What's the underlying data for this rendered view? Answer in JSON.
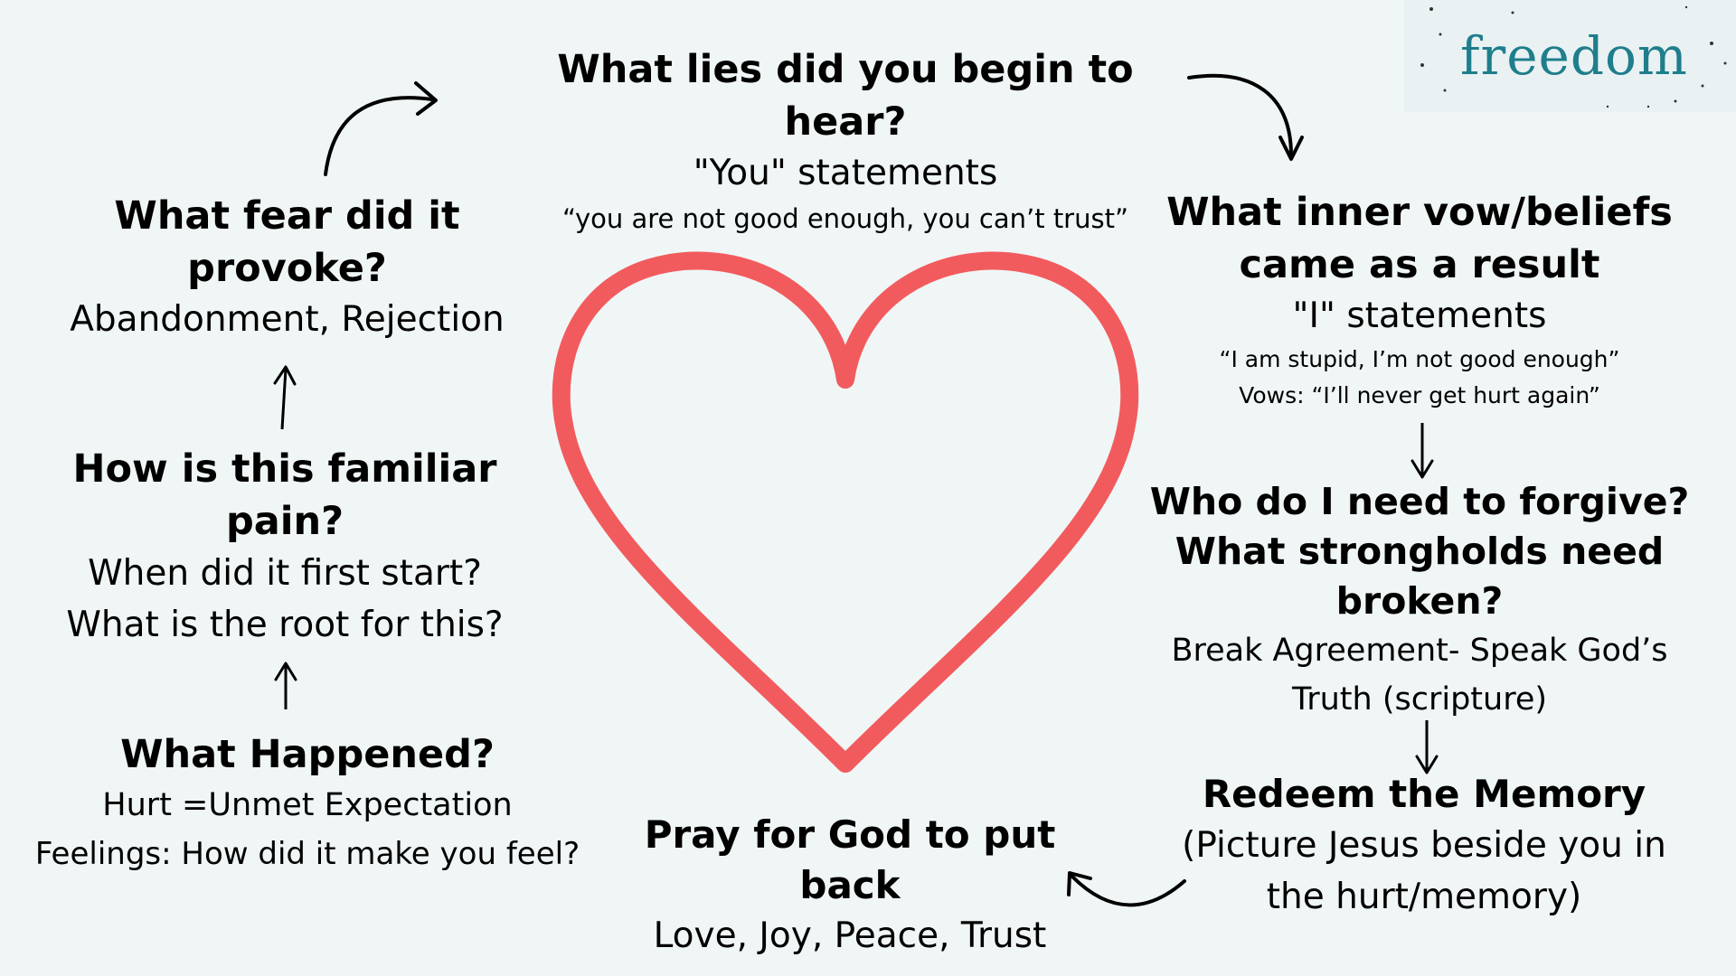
{
  "logo": {
    "text": "freedom"
  },
  "lies": {
    "heading_l1": "What lies did you begin to",
    "heading_l2": "hear?",
    "sub": "\"You\" statements",
    "quote": "“you are not good enough, you can’t trust”"
  },
  "fear": {
    "heading_l1": "What fear did it",
    "heading_l2": "provoke?",
    "body": "Abandonment, Rejection"
  },
  "familiar": {
    "heading_l1": "How is this familiar",
    "heading_l2": "pain?",
    "line1": "When did it first start?",
    "line2": "What is the root for this?"
  },
  "happened": {
    "heading": "What Happened?",
    "line1": "Hurt =Unmet Expectation",
    "line2": "Feelings: How did it make you feel?"
  },
  "vows": {
    "heading_l1": "What inner vow/beliefs",
    "heading_l2": "came as a result",
    "sub": "\"I\" statements",
    "quote1": "“I am stupid, I’m not good enough”",
    "quote2": "Vows:  “I’ll never get hurt again”"
  },
  "forgive": {
    "heading_l1": "Who do I need to forgive?",
    "heading_l2": "What strongholds need",
    "heading_l3": "broken?",
    "line1": "Break Agreement- Speak God’s",
    "line2": "Truth (scripture)"
  },
  "redeem": {
    "heading": "Redeem the Memory",
    "line1": "(Picture Jesus beside you in",
    "line2": "the hurt/memory)"
  },
  "pray": {
    "heading": "Pray for God to put back",
    "body": "Love, Joy, Peace, Trust"
  },
  "colors": {
    "background": "#f0f6f6",
    "heart": "#f25b5e",
    "logo_text": "#1f7e8c",
    "text": "#000000"
  }
}
